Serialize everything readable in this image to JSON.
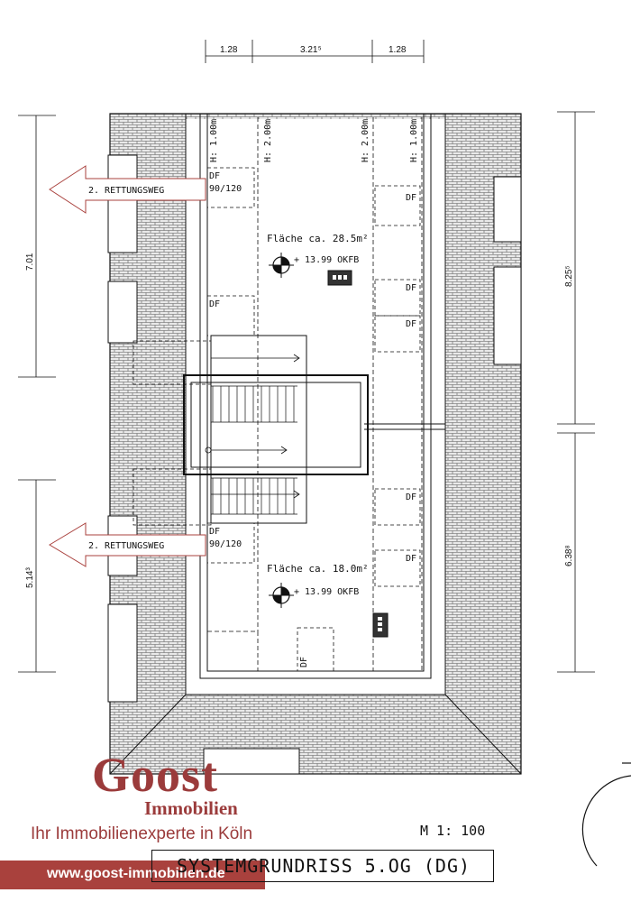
{
  "dimensions_top": [
    "1.28",
    "3.21⁵",
    "1.28"
  ],
  "dimensions_left": [
    "7.01",
    "5.14³"
  ],
  "dimensions_right": [
    "8.25⁵",
    "6.38⁸"
  ],
  "height_labels": [
    "H: 1.00m",
    "H: 2.00m",
    "H: 2.00m",
    "H: 1.00m"
  ],
  "escape_route": "2. RETTUNGSWEG",
  "df": "DF",
  "df_size": "90/120",
  "room_upper": {
    "area": "Fläche ca. 28.5m²",
    "level": "+ 13.99 OKFB"
  },
  "room_lower": {
    "area": "Fläche ca. 18.0m²",
    "level": "+ 13.99 OKFB"
  },
  "logo": {
    "name": "Goost",
    "sub": "Immobilien",
    "tagline": "Ihr Immobilienexperte in Köln",
    "url": "www.goost-immobilien.de"
  },
  "scale": "M  1: 100",
  "plan_title": "SYSTEMGRUNDRISS 5.OG (DG)",
  "colors": {
    "brand": "#9b3b3b",
    "url_bar": "#a9413d",
    "ink": "#111111"
  }
}
